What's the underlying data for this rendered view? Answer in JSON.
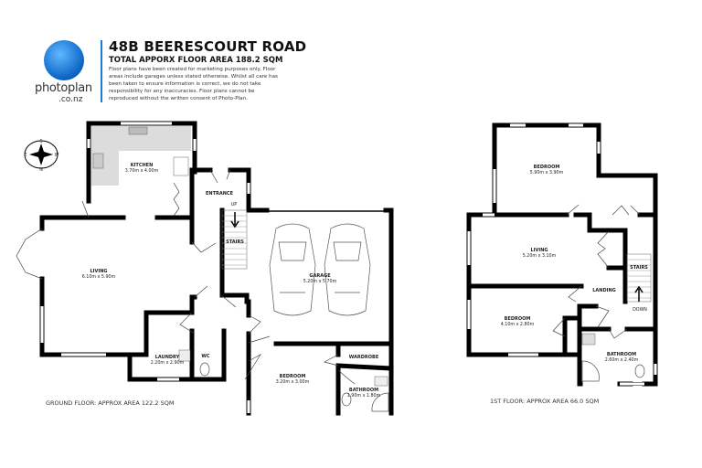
{
  "header": {
    "logo_text": "photoplan",
    "logo_sub": ".co.nz",
    "title": "48B BEERESCOURT ROAD",
    "subtitle": "TOTAL APPORX FLOOR AREA 188.2 SQM",
    "disclaimer": "Floor plans have been created for marketing purposes only. Floor areas include garages unless stated otherwise. Whilst all care has been taken to ensure information is correct, we do not take responsibility for any inaccuracies. Floor plans cannot be reproduced without the written consent of Photo-Plan."
  },
  "compass": {
    "n": "N",
    "s": "S",
    "e": "E",
    "w": "W"
  },
  "ground_floor": {
    "area_label": "GROUND FLOOR: APPROX AREA 122.2 SQM",
    "rooms": {
      "kitchen": {
        "name": "KITCHEN",
        "dims": "3.70m x 4.00m"
      },
      "entrance": {
        "name": "ENTRANCE"
      },
      "up": "UP",
      "stairs": "STAIRS",
      "living": {
        "name": "LIVING",
        "dims": "6.10m x 5.90m"
      },
      "garage": {
        "name": "GARAGE",
        "dims": "5.20m x 5.70m"
      },
      "laundry": {
        "name": "LAUNDRY",
        "dims": "2.20m x 2.90m"
      },
      "wc": {
        "name": "WC"
      },
      "wardrobe": {
        "name": "WARDROBE"
      },
      "bedroom": {
        "name": "BEDROOM",
        "dims": "3.20m x 3.00m"
      },
      "bathroom": {
        "name": "BATHROOM",
        "dims": "1.90m x 1.80m"
      }
    }
  },
  "first_floor": {
    "area_label": "1ST FLOOR: APPROX AREA 66.0 SQM",
    "rooms": {
      "bedroom1": {
        "name": "BEDROOM",
        "dims": "5.90m x 3.90m"
      },
      "living": {
        "name": "LIVING",
        "dims": "5.20m x 3.10m"
      },
      "landing": {
        "name": "LANDING"
      },
      "stairs": "STAIRS",
      "down": "DOWN",
      "bedroom2": {
        "name": "BEDROOM",
        "dims": "4.10m x 2.80m"
      },
      "bathroom": {
        "name": "BATHROOM",
        "dims": "2.60m x 2.40m"
      }
    }
  },
  "colors": {
    "brand": "#1a7ad9",
    "walls": "#000000",
    "kitchen_counter": "#dcdcdc"
  }
}
